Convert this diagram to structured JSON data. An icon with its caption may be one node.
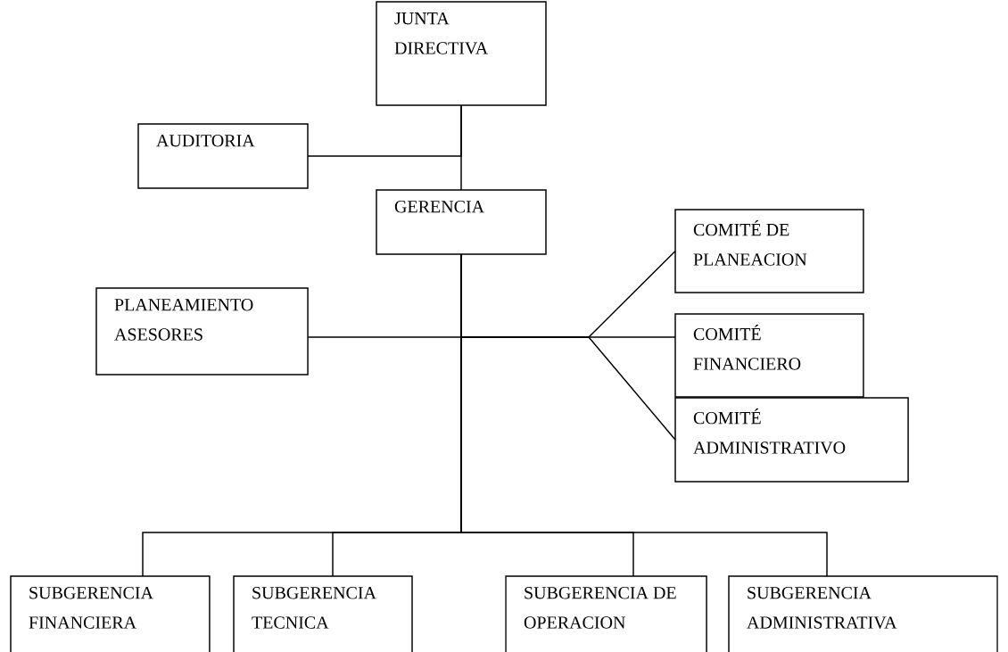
{
  "diagram": {
    "nodes": [
      {
        "text": [
          "JUNTA DIRECTIVA"
        ]
      },
      {
        "text": [
          "AUDITORIA"
        ]
      },
      {
        "text": [
          "GERENCIA"
        ]
      },
      {
        "text": [
          "COMITÉ DE PLANEACION"
        ]
      },
      {
        "text": [
          "PLANEAMIENTO ASESORES"
        ]
      },
      {
        "text": [
          "COMITÉ FINANCIERO"
        ]
      },
      {
        "text": [
          "COMITÉ ADMINISTRATIVO"
        ]
      },
      {
        "text": [
          "SUBGERENCIA FINANCIERA"
        ]
      },
      {
        "text": [
          "SUBGERENCIA TECNICA"
        ]
      },
      {
        "text": [
          "SUBGERENCIA DE OPERACION"
        ]
      },
      {
        "text": [
          "SUBGERENCIA ADMINISTRATIVA"
        ]
      }
    ],
    "edges": [
      {
        "from": 0,
        "to": 2,
        "arrow": "none"
      },
      {
        "from": 1,
        "to": 0,
        "arrow": "none"
      },
      {
        "from": 2,
        "to": 4,
        "arrow": "none"
      },
      {
        "from": 2,
        "to": 3,
        "arrow": "none"
      },
      {
        "from": 2,
        "to": 5,
        "arrow": "none"
      },
      {
        "from": 2,
        "to": 6,
        "arrow": "none"
      },
      {
        "from": 2,
        "to": 7,
        "arrow": "none"
      },
      {
        "from": 2,
        "to": 8,
        "arrow": "none"
      },
      {
        "from": 2,
        "to": 9,
        "arrow": "none"
      },
      {
        "from": 2,
        "to": 10,
        "arrow": "none"
      }
    ]
  }
}
